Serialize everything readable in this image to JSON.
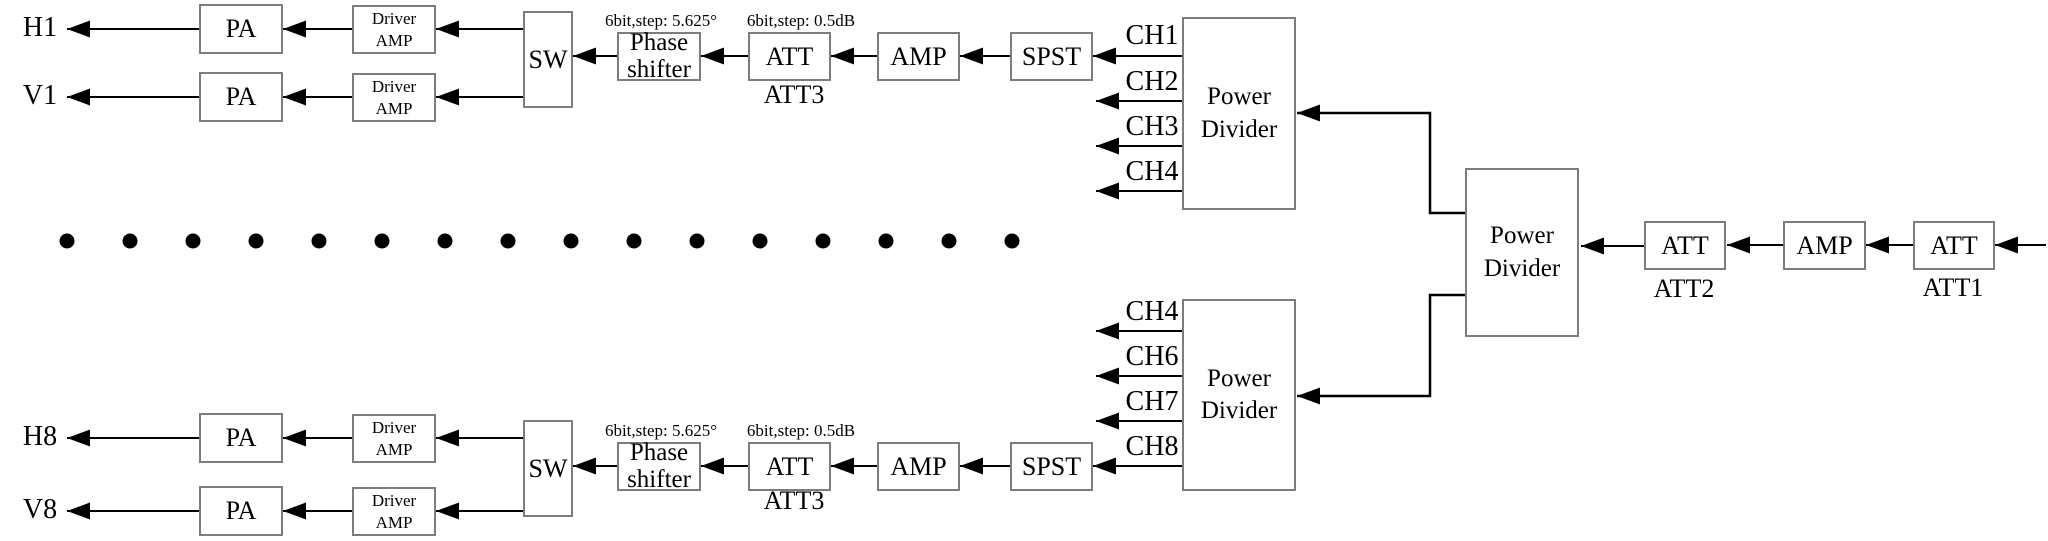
{
  "diagram": {
    "outputs": {
      "h1": "H1",
      "v1": "V1",
      "h8": "H8",
      "v8": "V8"
    },
    "blocks": {
      "pa": "PA",
      "driver_amp": {
        "line1": "Driver",
        "line2": "AMP"
      },
      "sw": "SW",
      "phase_shifter": {
        "line1": "Phase",
        "line2": "shifter"
      },
      "att": "ATT",
      "amp": "AMP",
      "spst": "SPST",
      "power_divider": {
        "line1": "Power",
        "line2": "Divider"
      }
    },
    "annotations": {
      "phase_step": "6bit,step: 5.625°",
      "att_step": "6bit,step: 0.5dB",
      "att3": "ATT3",
      "att2": "ATT2",
      "att1": "ATT1"
    },
    "channels": {
      "top": [
        "CH1",
        "CH2",
        "CH3",
        "CH4"
      ],
      "bottom": [
        "CH4",
        "CH6",
        "CH7",
        "CH8"
      ]
    },
    "colors": {
      "line": "#000000",
      "box_border": "#7d7d7d",
      "background": "#ffffff"
    }
  }
}
